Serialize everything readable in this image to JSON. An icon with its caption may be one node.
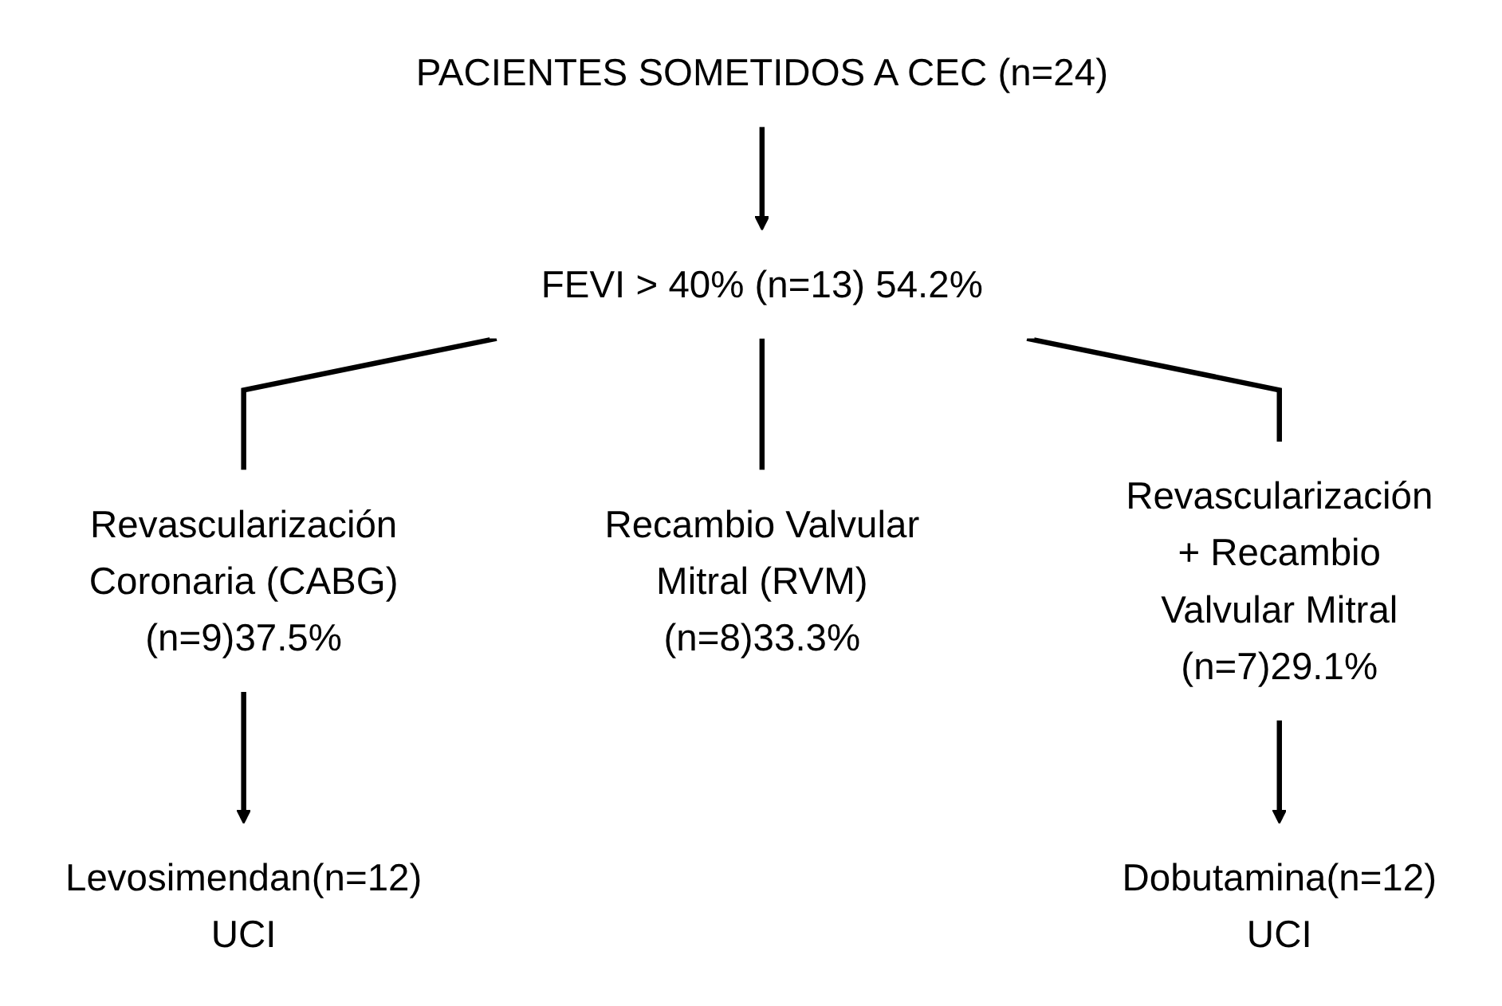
{
  "diagram": {
    "nodes": [
      {
        "text": [
          "PACIENTES SOMETIDOS A CEC (n=24)"
        ]
      },
      {
        "text": [
          "FEVI > 40% (n=13) 54.2%"
        ]
      },
      {
        "text": [
          "Revascularización Coronaria (CABG) (n=9)37.5%"
        ]
      },
      {
        "text": [
          "Recambio Valvular Mitral (RVM) (n=8)33.3%"
        ]
      },
      {
        "text": [
          "Revascularización + Recambio Valvular Mitral (n=7)29.1%"
        ]
      },
      {
        "text": [
          "Levosimendan(n=12) UCI"
        ]
      },
      {
        "text": [
          "Dobutamina(n=12) UCI"
        ]
      }
    ],
    "edges": [
      {
        "from": 0,
        "to": 1,
        "arrow": "to"
      },
      {
        "from": 1,
        "to": 2,
        "arrow": "none"
      },
      {
        "from": 1,
        "to": 3,
        "arrow": "none"
      },
      {
        "from": 1,
        "to": 4,
        "arrow": "none"
      },
      {
        "from": 2,
        "to": 5,
        "arrow": "to"
      },
      {
        "from": 4,
        "to": 6,
        "arrow": "to"
      }
    ]
  }
}
